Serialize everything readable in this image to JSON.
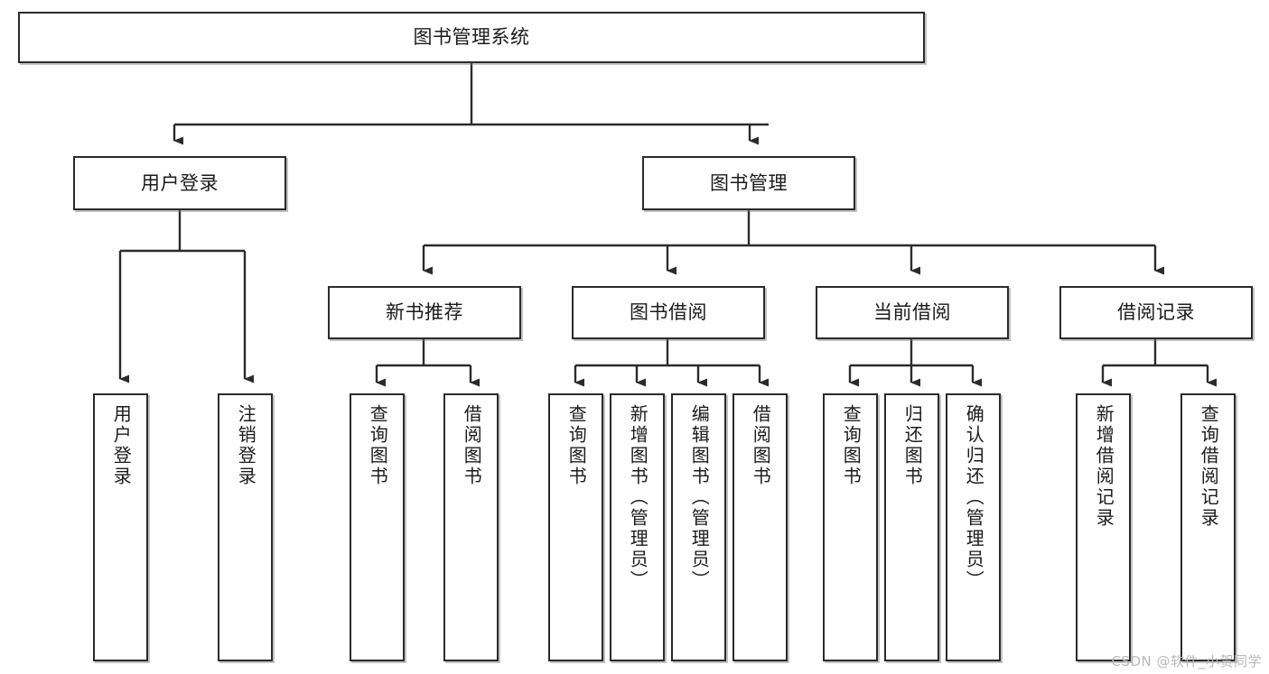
{
  "diagram": {
    "type": "tree-hierarchy",
    "title": "图书管理系统",
    "watermark": "CSDN @软件_小贺同学",
    "colors": {
      "node_border": "#2b2b2b",
      "node_fill": "#ffffff",
      "connector": "#2b2b2b",
      "label_text": "#1b1b1b",
      "watermark_text": "#b9b9b9",
      "background": "#ffffff"
    },
    "nodes": {
      "root": {
        "label": "图书管理系统"
      },
      "level2": [
        {
          "id": "user-login",
          "label": "用户登录"
        },
        {
          "id": "book-manage",
          "label": "图书管理"
        }
      ],
      "level3": [
        {
          "id": "new-book-recommend",
          "label": "新书推荐"
        },
        {
          "id": "book-borrow",
          "label": "图书借阅"
        },
        {
          "id": "current-borrow",
          "label": "当前借阅"
        },
        {
          "id": "borrow-record",
          "label": "借阅记录"
        }
      ],
      "leaves": [
        {
          "id": "leaf-user-login",
          "label": "用户登录",
          "parent": "user-login"
        },
        {
          "id": "leaf-user-logout",
          "label": "注销登录",
          "parent": "user-login"
        },
        {
          "id": "leaf-query-book-1",
          "label": "查询图书",
          "parent": "new-book-recommend"
        },
        {
          "id": "leaf-borrow-book-1",
          "label": "借阅图书",
          "parent": "new-book-recommend"
        },
        {
          "id": "leaf-query-book-2",
          "label": "查询图书",
          "parent": "book-borrow"
        },
        {
          "id": "leaf-add-book",
          "label": "新增图书（管理员）",
          "parent": "book-borrow"
        },
        {
          "id": "leaf-edit-book",
          "label": "编辑图书（管理员）",
          "parent": "book-borrow"
        },
        {
          "id": "leaf-borrow-book-2",
          "label": "借阅图书",
          "parent": "book-borrow"
        },
        {
          "id": "leaf-query-book-3",
          "label": "查询图书",
          "parent": "current-borrow"
        },
        {
          "id": "leaf-return-book",
          "label": "归还图书",
          "parent": "current-borrow"
        },
        {
          "id": "leaf-confirm-return",
          "label": "确认归还（管理员）",
          "parent": "current-borrow"
        },
        {
          "id": "leaf-add-record",
          "label": "新增借阅记录",
          "parent": "borrow-record"
        },
        {
          "id": "leaf-query-record",
          "label": "查询借阅记录",
          "parent": "borrow-record"
        }
      ]
    }
  }
}
